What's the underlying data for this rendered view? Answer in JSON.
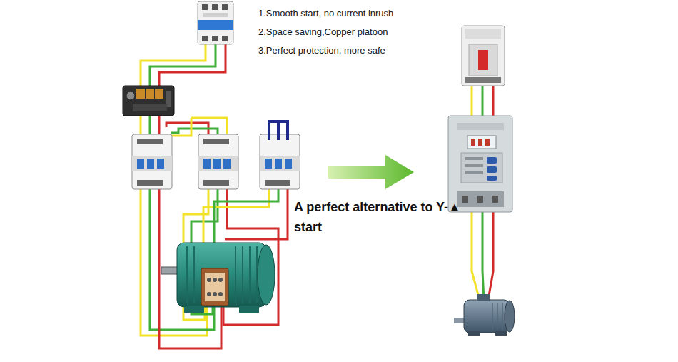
{
  "diagram": {
    "labels": [
      "1.Smooth start, no current inrush",
      "2.Space saving,Copper platoon",
      "3.Perfect protection, more safe",
      "A perfect alternative to Y-▲ start"
    ]
  }
}
